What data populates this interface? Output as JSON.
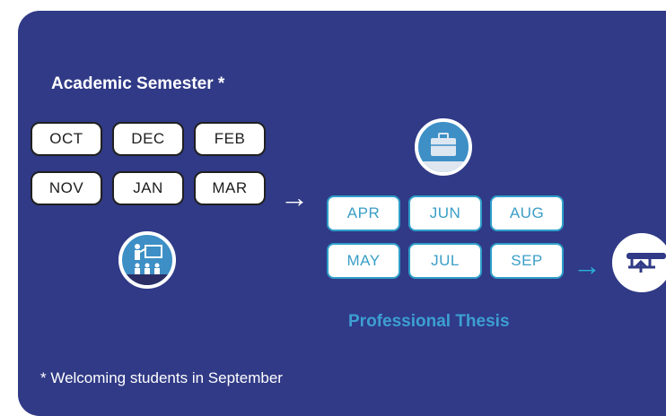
{
  "title": "Academic Semester *",
  "academic_months": [
    "OCT",
    "DEC",
    "FEB",
    "NOV",
    "JAN",
    "MAR"
  ],
  "thesis_months": [
    "APR",
    "JUN",
    "AUG",
    "MAY",
    "JUL",
    "SEP"
  ],
  "thesis_label": "Professional Thesis",
  "footnote": "* Welcoming students in September",
  "icons": {
    "academic": "lecture-teacher-students-icon",
    "thesis": "briefcase-icon",
    "graduation": "diploma-scroll-icon"
  },
  "colors": {
    "background": "#303a86",
    "thesis_accent": "#3d9fd1",
    "arrow_cyan": "#29b3d6"
  }
}
